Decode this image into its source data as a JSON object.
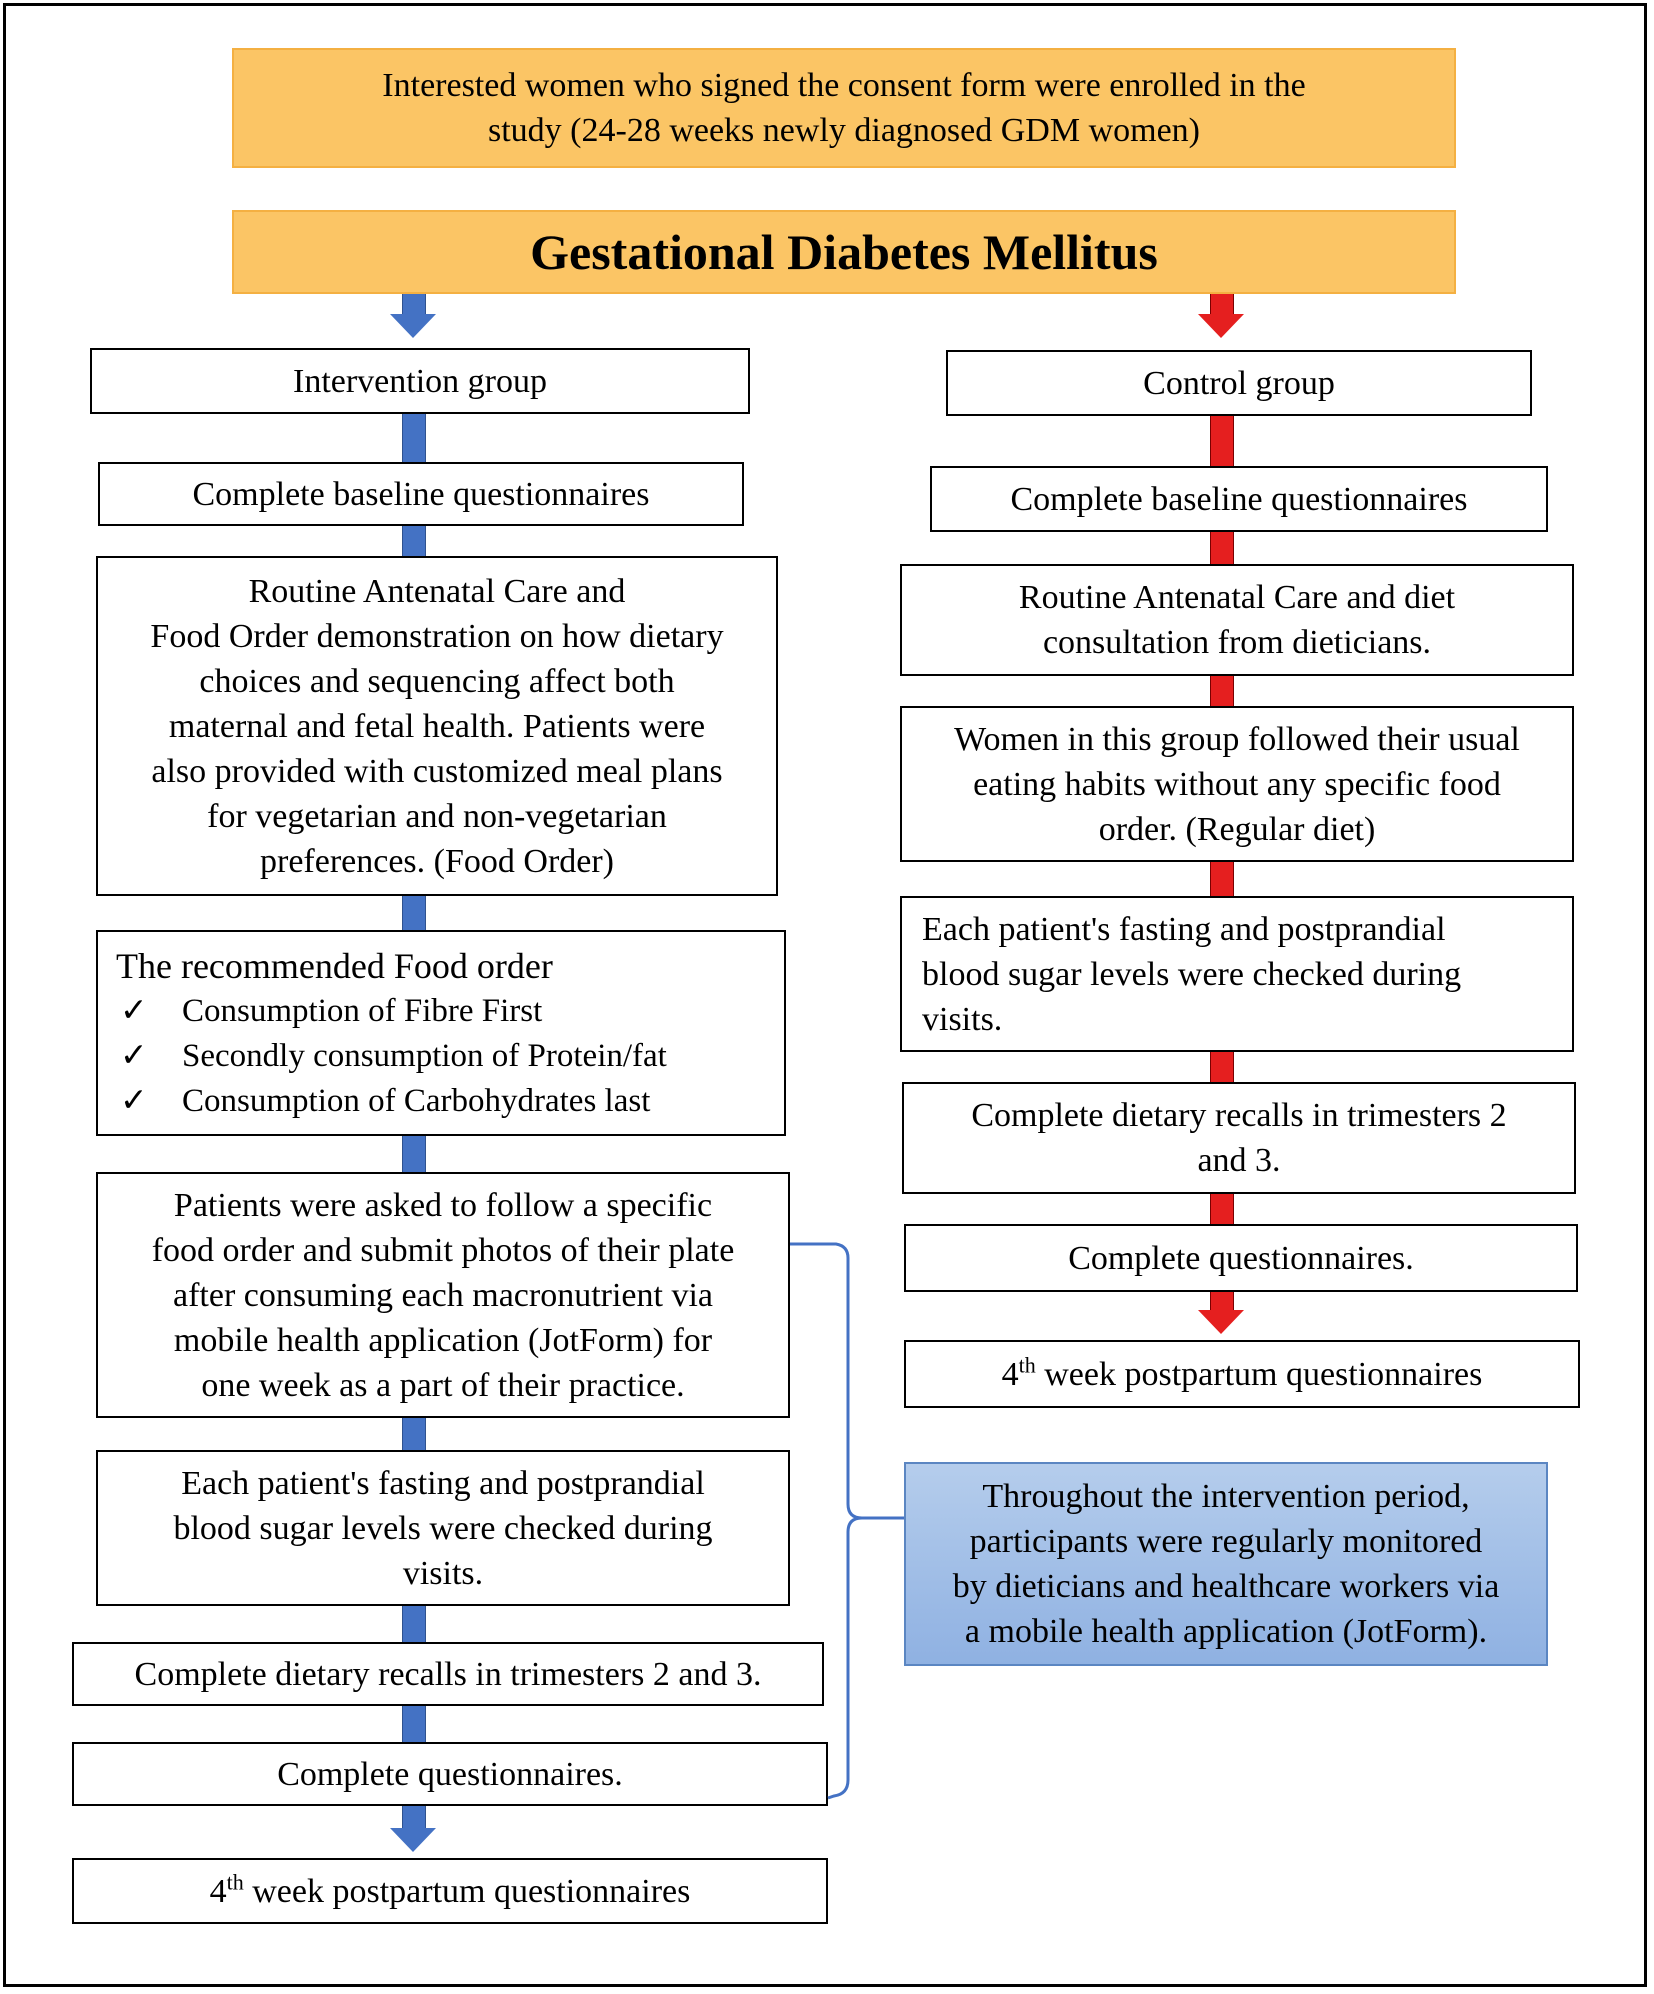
{
  "enrollment": {
    "line1": "Interested women who signed the consent form were enrolled in the",
    "line2": "study (24-28 weeks newly diagnosed GDM women)"
  },
  "title": "Gestational Diabetes Mellitus",
  "intervention": {
    "group_label": "Intervention group",
    "baseline": "Complete baseline questionnaires",
    "care": {
      "l1": "Routine Antenatal Care and",
      "l2": "Food Order demonstration on how dietary",
      "l3": "choices and sequencing affect both",
      "l4": "maternal and fetal health. Patients were",
      "l5": "also provided with customized meal plans",
      "l6": "for vegetarian and non-vegetarian",
      "l7": "preferences. (Food Order)"
    },
    "food_order": {
      "heading": "The recommended Food order",
      "check": "✓",
      "items": [
        "Consumption of Fibre First",
        "Secondly consumption of Protein/fat",
        "Consumption of Carbohydrates last"
      ]
    },
    "photos": {
      "l1": "Patients were asked to follow a specific",
      "l2": "food order and submit photos of their plate",
      "l3": "after consuming each macronutrient via",
      "l4": "mobile health application (JotForm) for",
      "l5": "one week as a part of their practice."
    },
    "sugar": {
      "l1": "Each patient's fasting and postprandial",
      "l2": "blood sugar levels were checked during",
      "l3": "visits."
    },
    "recalls": "Complete dietary recalls in trimesters 2 and 3.",
    "questionnaires": "Complete questionnaires.",
    "postpartum": {
      "num": "4",
      "sup": "th",
      "text": " week postpartum questionnaires"
    }
  },
  "control": {
    "group_label": "Control group",
    "baseline": "Complete baseline questionnaires",
    "care": {
      "l1": "Routine Antenatal Care and diet",
      "l2": "consultation from dieticians."
    },
    "usual": {
      "l1": "Women in this group followed their usual",
      "l2": "eating habits without any specific food",
      "l3": "order. (Regular diet)"
    },
    "sugar": {
      "l1": "Each patient's fasting and postprandial",
      "l2": "blood sugar levels were checked during",
      "l3": "visits."
    },
    "recalls": {
      "l1": "Complete dietary recalls in trimesters 2",
      "l2": "and 3."
    },
    "questionnaires": "Complete questionnaires.",
    "postpartum": {
      "num": "4",
      "sup": "th",
      "text": " week postpartum questionnaires"
    }
  },
  "monitoring": {
    "l1": "Throughout the intervention period,",
    "l2": "participants were regularly monitored",
    "l3": "by dieticians and healthcare workers via",
    "l4": "a mobile health application (JotForm)."
  },
  "colors": {
    "header_fill": "#fbc565",
    "intervention_arrow": "#4472c4",
    "control_arrow": "#e51f1f",
    "monitoring_fill": "#9dbbe6",
    "bracket": "#4472c4"
  }
}
